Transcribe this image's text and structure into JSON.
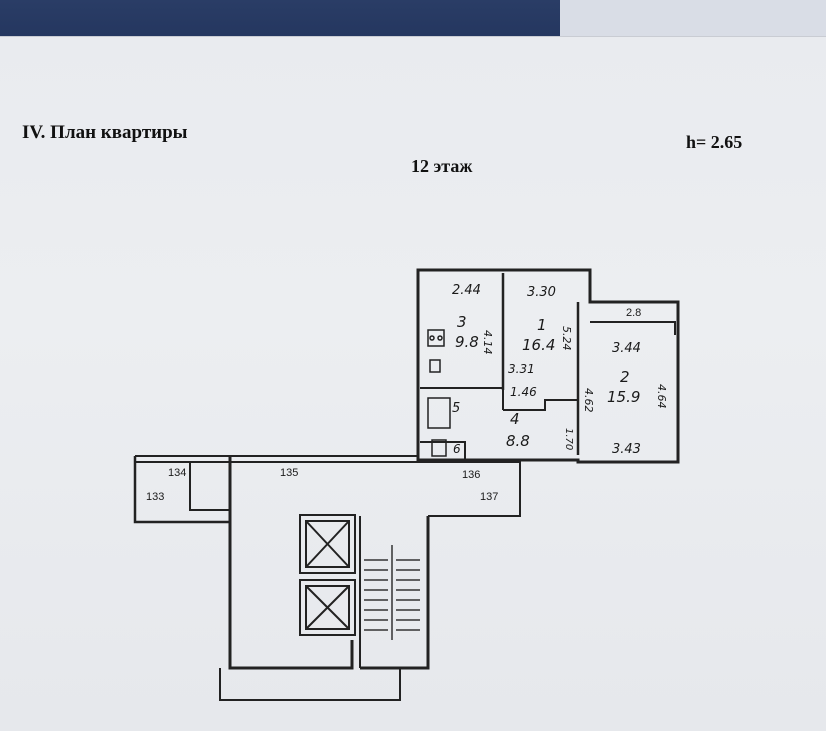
{
  "header": {
    "title": "IV. План квартиры",
    "ceiling_height": "h= 2.65",
    "floor": "12 этаж"
  },
  "plan": {
    "rooms": [
      {
        "id": "room-3",
        "number": "3",
        "area": "9.8",
        "dim_top": "2.44",
        "dim_side": "4.14"
      },
      {
        "id": "room-1",
        "number": "1",
        "area": "16.4",
        "dim_top": "3.30",
        "dim_side": "5.24",
        "dim_inner": "3.31"
      },
      {
        "id": "room-2",
        "number": "2",
        "area": "15.9",
        "dim_top": "3.44",
        "dim_side_left": "4.62",
        "dim_side_right": "4.64",
        "dim_bottom": "3.43"
      },
      {
        "id": "room-4",
        "number": "4",
        "area": "8.8",
        "dim_top": "1.46",
        "dim_side": "1.70"
      },
      {
        "id": "room-5",
        "number": "5"
      },
      {
        "id": "room-6",
        "number": "6"
      }
    ],
    "balcony_width": "2.8",
    "common_areas": [
      "133",
      "134",
      "135",
      "136",
      "137"
    ]
  }
}
